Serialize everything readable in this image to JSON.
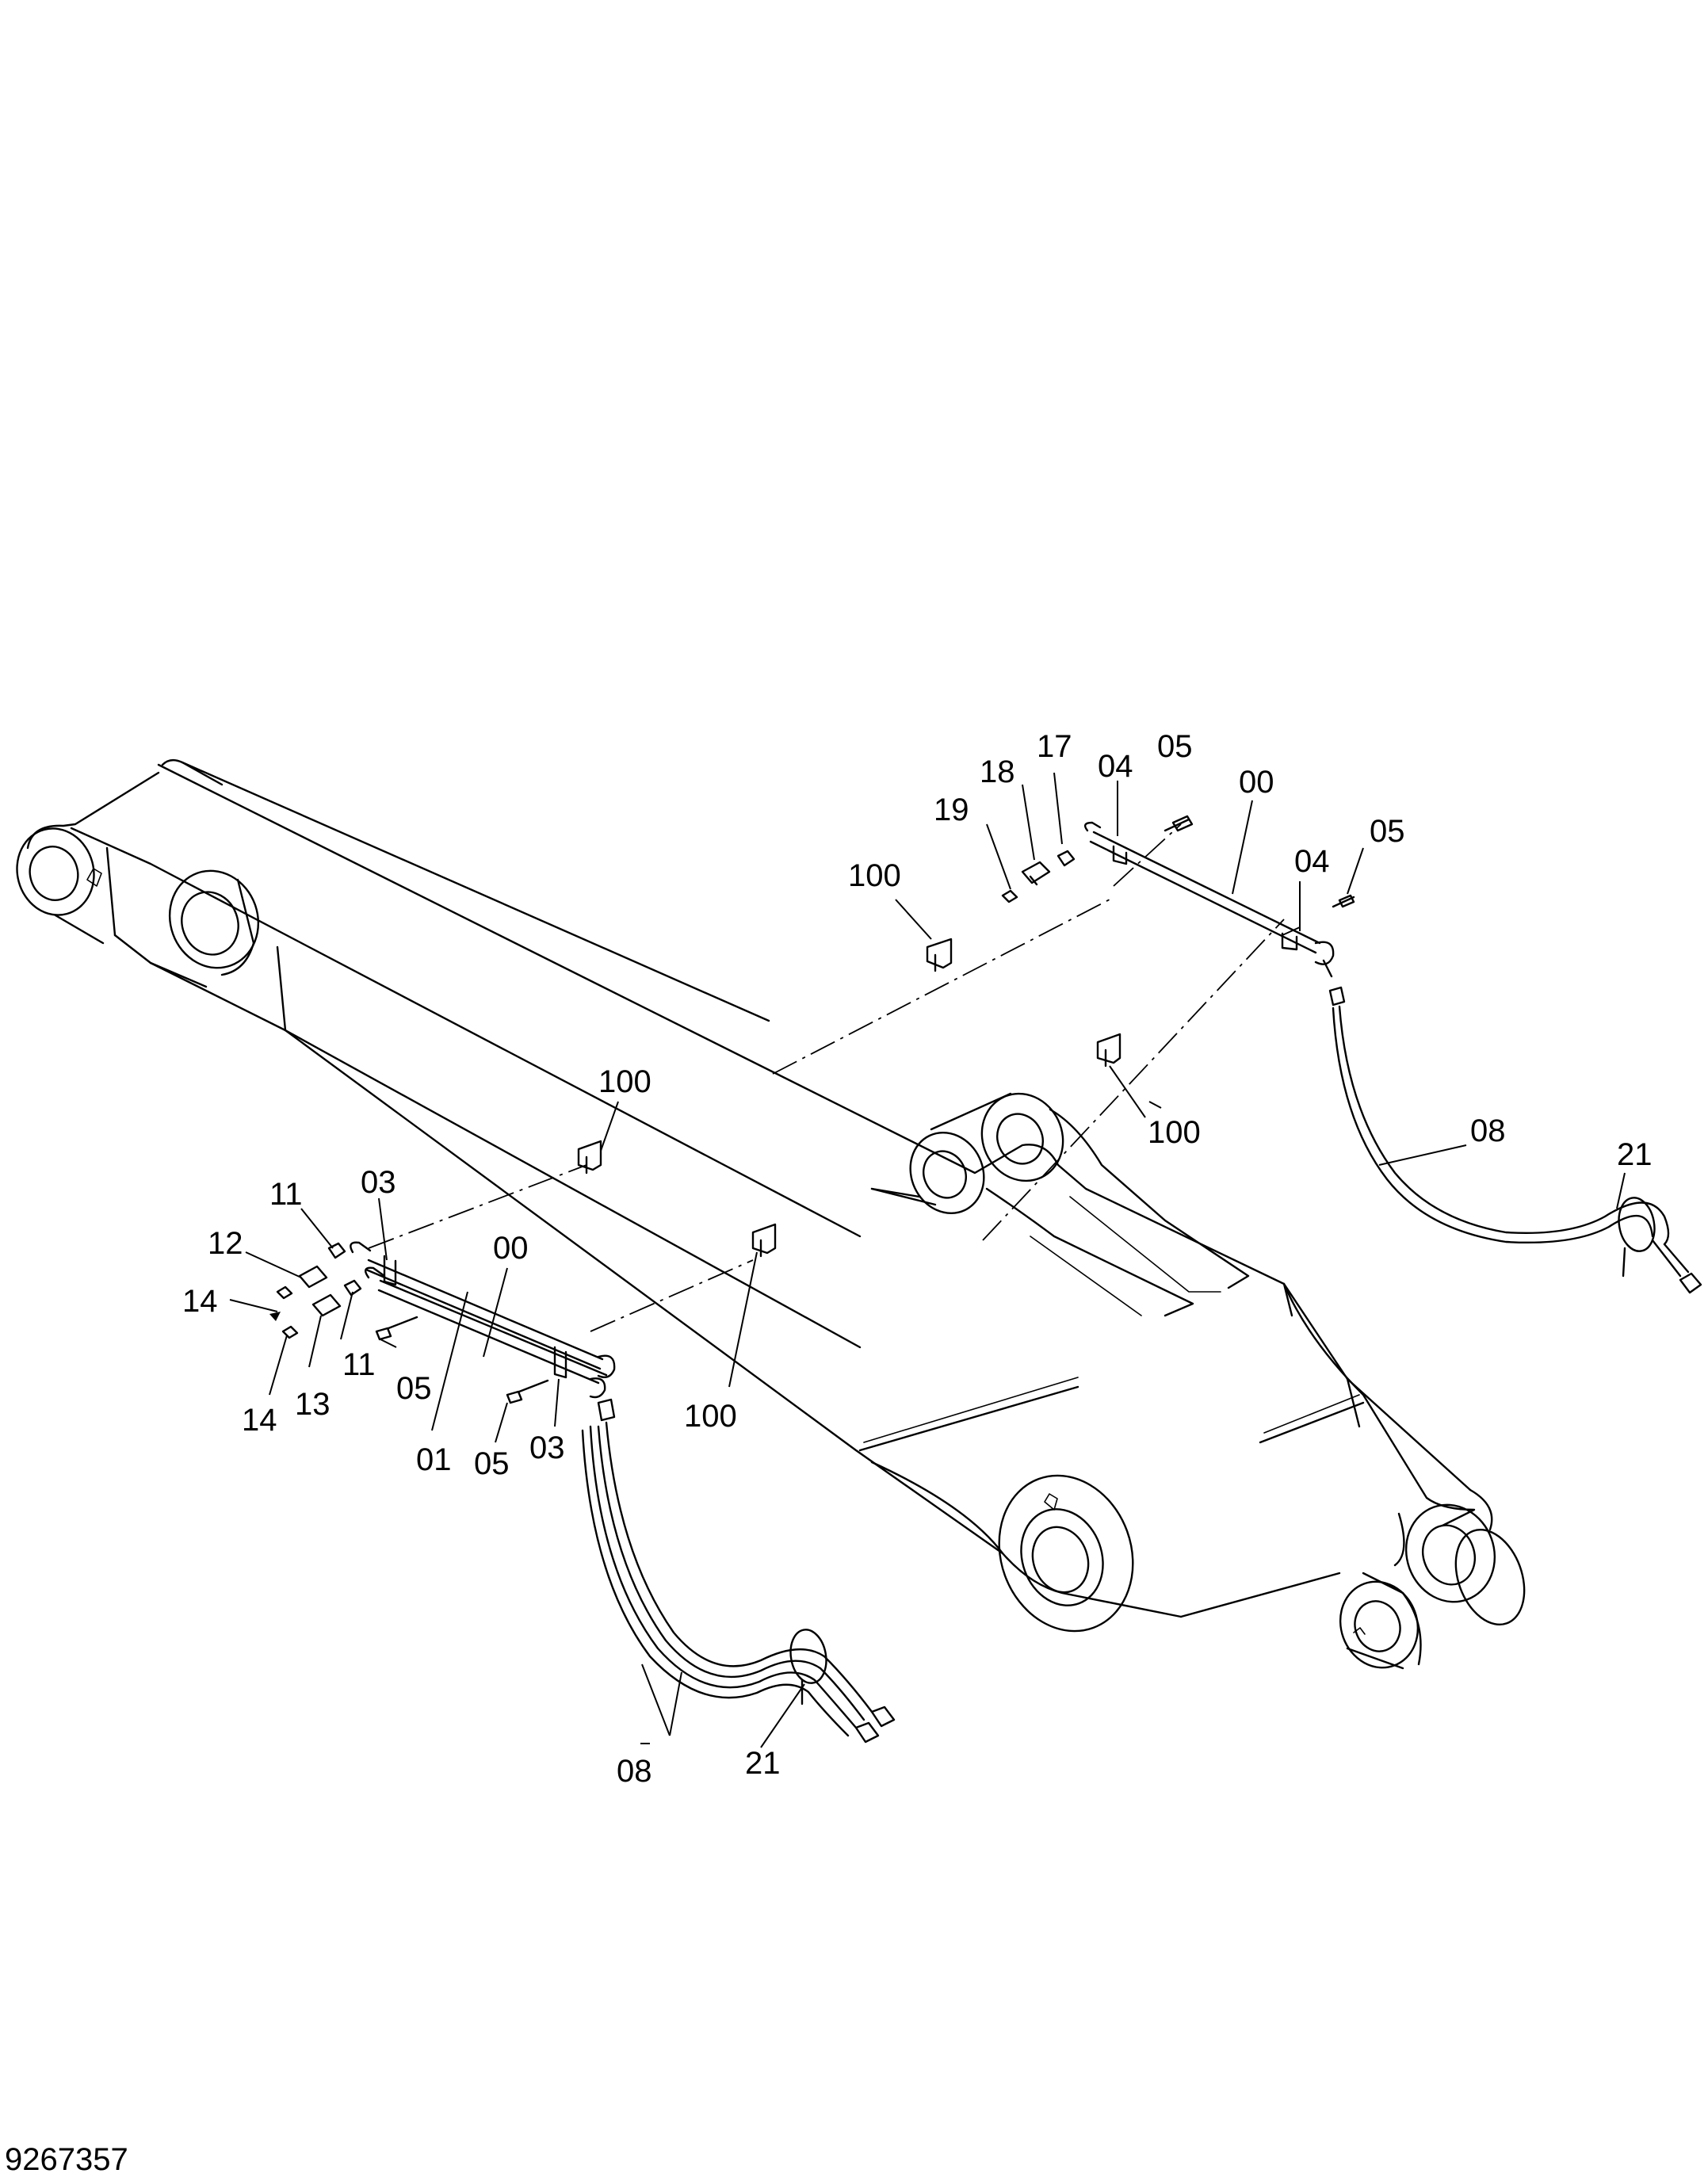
{
  "document_number": "9267357",
  "callouts": [
    {
      "id": "c-17",
      "label": "17"
    },
    {
      "id": "c-05-top",
      "label": "05"
    },
    {
      "id": "c-18",
      "label": "18"
    },
    {
      "id": "c-04-top",
      "label": "04"
    },
    {
      "id": "c-00-top",
      "label": "00"
    },
    {
      "id": "c-19",
      "label": "19"
    },
    {
      "id": "c-05-right",
      "label": "05"
    },
    {
      "id": "c-100-a",
      "label": "100"
    },
    {
      "id": "c-04-right",
      "label": "04"
    },
    {
      "id": "c-100-b",
      "label": "100"
    },
    {
      "id": "c-08-right",
      "label": "08"
    },
    {
      "id": "c-100-c",
      "label": "100"
    },
    {
      "id": "c-21-right",
      "label": "21"
    },
    {
      "id": "c-11-top",
      "label": "11"
    },
    {
      "id": "c-03-top",
      "label": "03"
    },
    {
      "id": "c-12",
      "label": "12"
    },
    {
      "id": "c-00-left",
      "label": "00"
    },
    {
      "id": "c-14-a",
      "label": "14"
    },
    {
      "id": "c-11-low",
      "label": "11"
    },
    {
      "id": "c-05-mid",
      "label": "05"
    },
    {
      "id": "c-14-b",
      "label": "14"
    },
    {
      "id": "c-13",
      "label": "13"
    },
    {
      "id": "c-100-d",
      "label": "100"
    },
    {
      "id": "c-01",
      "label": "01"
    },
    {
      "id": "c-05-low",
      "label": "05"
    },
    {
      "id": "c-03-low",
      "label": "03"
    },
    {
      "id": "c-08-low",
      "label": "08"
    },
    {
      "id": "c-21-low",
      "label": "21"
    }
  ]
}
